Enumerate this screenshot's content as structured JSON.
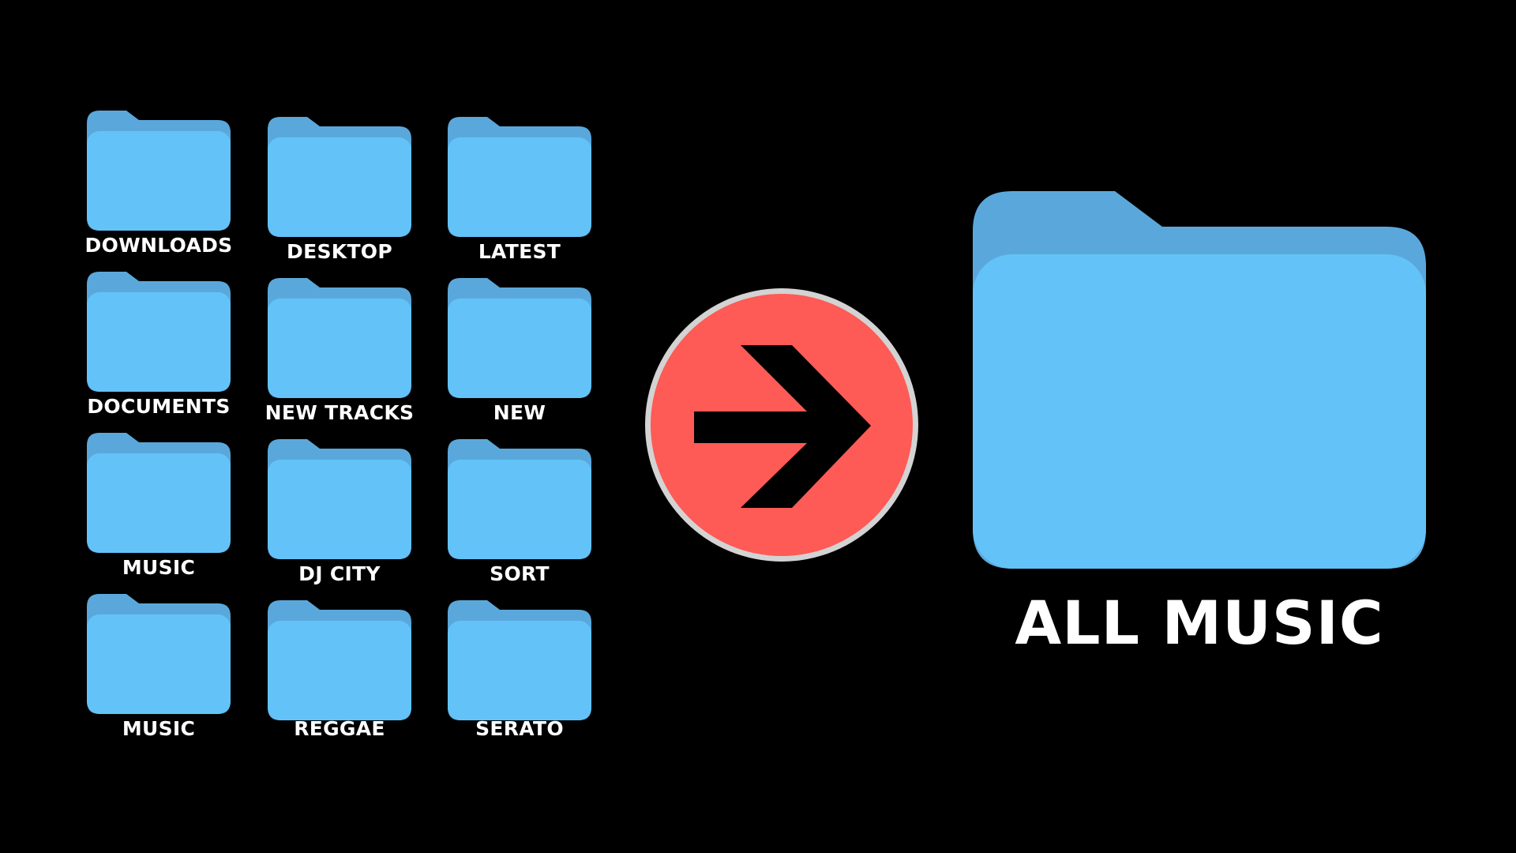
{
  "folders": [
    {
      "label": "DOWNLOADS"
    },
    {
      "label": "DESKTOP"
    },
    {
      "label": "LATEST"
    },
    {
      "label": "DOCUMENTS"
    },
    {
      "label": "NEW TRACKS"
    },
    {
      "label": "NEW"
    },
    {
      "label": "MUSIC"
    },
    {
      "label": "DJ CITY"
    },
    {
      "label": "SORT"
    },
    {
      "label": "MUSIC"
    },
    {
      "label": "REGGAE"
    },
    {
      "label": "SERATO"
    }
  ],
  "destination": {
    "label": "ALL MUSIC"
  },
  "icons": {
    "folder": "folder-icon",
    "arrow": "arrow-right-icon"
  },
  "colors": {
    "background": "#000000",
    "folder_front": "#63c3f8",
    "folder_back": "#5aa8db",
    "arrow_circle": "#fe5a56",
    "arrow_ring": "#d3d3d3",
    "arrow_glyph": "#000000",
    "text": "#ffffff"
  }
}
